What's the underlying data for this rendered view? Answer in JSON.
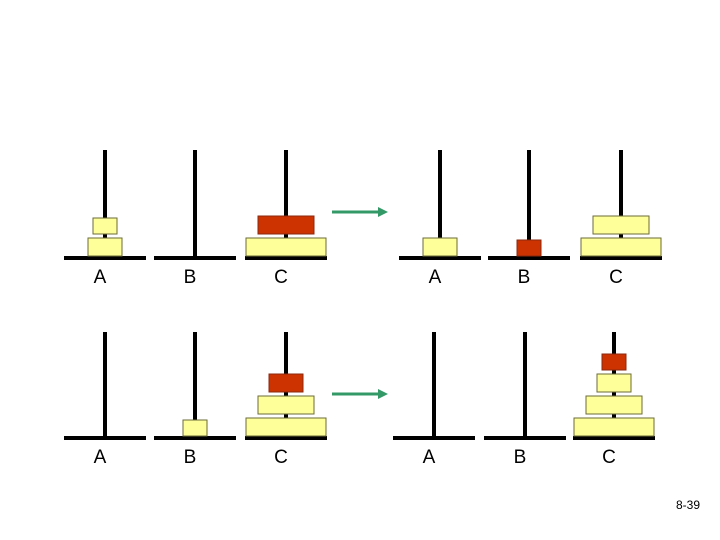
{
  "colors": {
    "disk_yellow": "#ffff99",
    "disk_red": "#cc3300",
    "disk_border": "#6b6b3a",
    "peg": "#000000",
    "arrow": "#339966"
  },
  "states": [
    {
      "id": "row1-before",
      "pegs": [
        {
          "label": "A",
          "disks": [
            "small",
            "medium"
          ]
        },
        {
          "label": "B",
          "disks": []
        },
        {
          "label": "C",
          "disks": [
            "red-large",
            "xlarge"
          ]
        }
      ]
    },
    {
      "id": "row1-after",
      "pegs": [
        {
          "label": "A",
          "disks": [
            "medium"
          ]
        },
        {
          "label": "B",
          "disks": [
            "red-small"
          ]
        },
        {
          "label": "C",
          "disks": [
            "large",
            "xlarge"
          ]
        }
      ]
    },
    {
      "id": "row2-before",
      "pegs": [
        {
          "label": "A",
          "disks": []
        },
        {
          "label": "B",
          "disks": [
            "small"
          ]
        },
        {
          "label": "C",
          "disks": [
            "red-medium",
            "large",
            "xlarge"
          ]
        }
      ]
    },
    {
      "id": "row2-after",
      "pegs": [
        {
          "label": "A",
          "disks": []
        },
        {
          "label": "B",
          "disks": []
        },
        {
          "label": "C",
          "disks": [
            "red-tiny",
            "medium",
            "large",
            "xxlarge"
          ]
        }
      ]
    }
  ],
  "arrows": [
    "right",
    "right"
  ],
  "slide_number": "8-39"
}
